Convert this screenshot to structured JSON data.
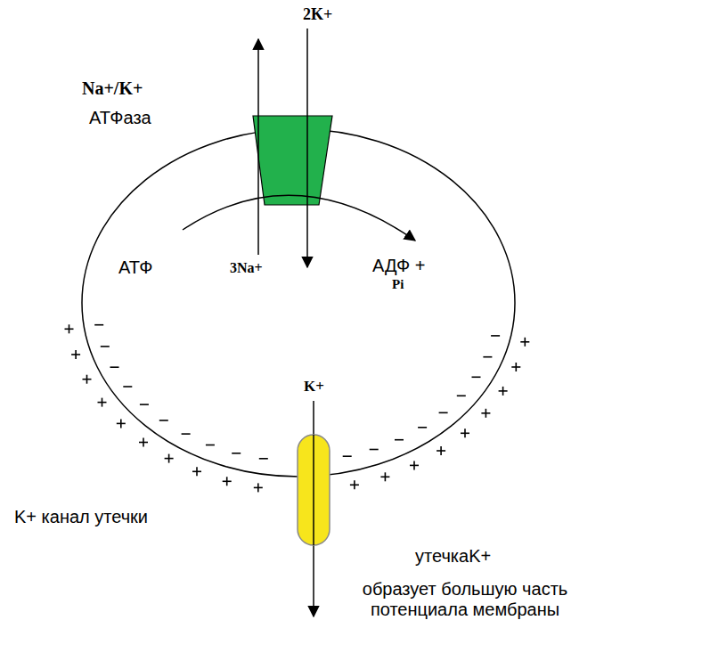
{
  "diagram": {
    "labels": [
      "2K+",
      "Na+/K+",
      "АТФаза",
      "АТФ",
      "3Na+",
      "АДФ +",
      "Pi",
      "K+",
      "K+ канал утечки",
      "утечкаK+",
      "образует большую часть потенциала мембраны"
    ]
  }
}
